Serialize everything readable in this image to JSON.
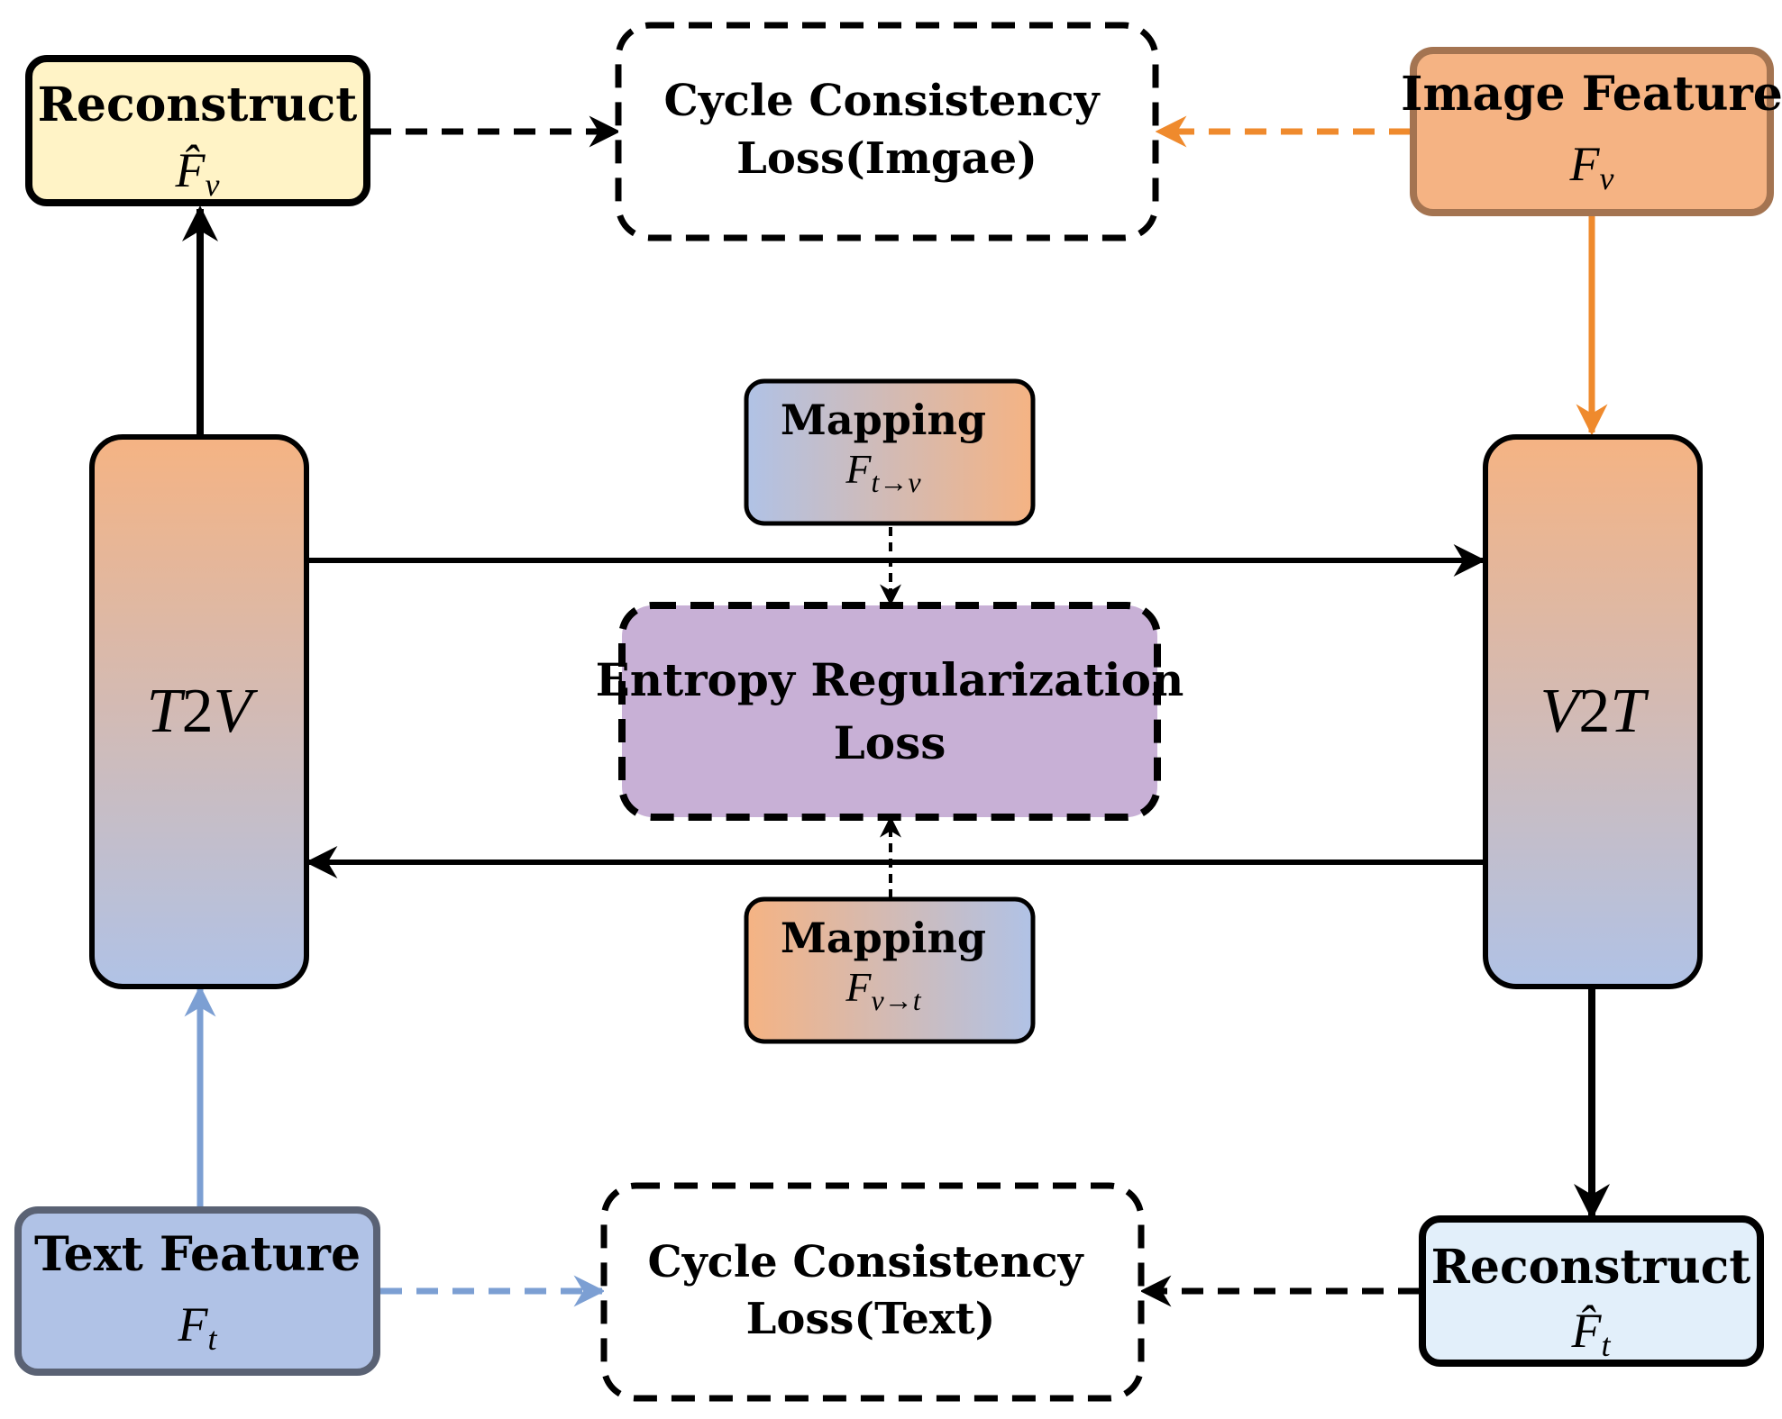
{
  "colors": {
    "orange": "#f5b383",
    "orange_border": "#a47451",
    "orange_arrow": "#ef8a2d",
    "blue": "#b0c2e6",
    "blue_border": "#5a6274",
    "blue_arrow": "#7c9fd3",
    "yellow": "#fff3c6",
    "lightblue": "#e2effa",
    "purple": "#c8b0d6",
    "stroke": "#000000"
  },
  "nodes": {
    "reconstruct_v": {
      "title": "Reconstruct",
      "symbol": "F̂",
      "sub": "v"
    },
    "image_feature": {
      "title": "Image Feature",
      "symbol": "F",
      "sub": "v"
    },
    "cycle_loss_image": {
      "line1": "Cycle Consistency",
      "line2": "Loss(Imgae)"
    },
    "t2v": {
      "a": "T",
      "b": "2",
      "c": "V"
    },
    "v2t": {
      "a": "V",
      "b": "2",
      "c": "T"
    },
    "mapping_tv": {
      "title": "Mapping",
      "symbol": "F",
      "sub": "t→v"
    },
    "entropy_loss": {
      "line1": "Entropy Regularization",
      "line2": "Loss"
    },
    "mapping_vt": {
      "title": "Mapping",
      "symbol": "F",
      "sub": "v→t"
    },
    "text_feature": {
      "title": "Text Feature",
      "symbol": "F",
      "sub": "t"
    },
    "cycle_loss_text": {
      "line1": "Cycle Consistency",
      "line2": "Loss(Text)"
    },
    "reconstruct_t": {
      "title": "Reconstruct",
      "symbol": "F̂",
      "sub": "t"
    }
  }
}
